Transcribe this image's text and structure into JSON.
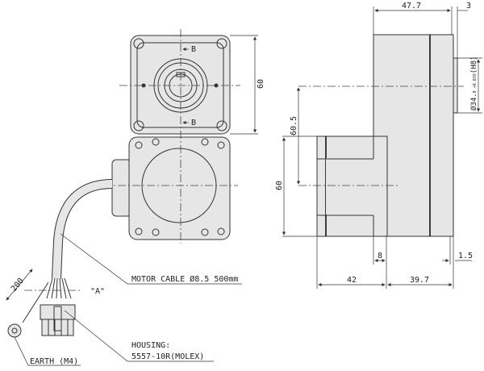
{
  "title": "Geared motor outline drawing",
  "front_view": {
    "section_mark_top": "B",
    "section_mark_bottom": "B",
    "dim_height": "60"
  },
  "side_view": {
    "dim_gearhead_length": "47.7",
    "dim_flange": "3",
    "dim_shaft_bore_prefix": "Ø34.",
    "dim_shaft_bore_tol": "0 +0.039",
    "dim_shaft_bore_suffix": "(H8)",
    "dim_center_offset": "60.5",
    "dim_motor_height": "60",
    "dim_step": "8",
    "dim_step2": "1.5",
    "dim_motor_length": "42",
    "dim_gear_depth": "39.7"
  },
  "labels": {
    "motor_cable": "MOTOR CABLE Ø8.5 500mm",
    "view_a": "\"A\"",
    "housing_line1": "HOUSING:",
    "housing_line2": "5557-10R(MOLEX)",
    "earth": "EARTH (M4)",
    "lead_length": "200"
  }
}
